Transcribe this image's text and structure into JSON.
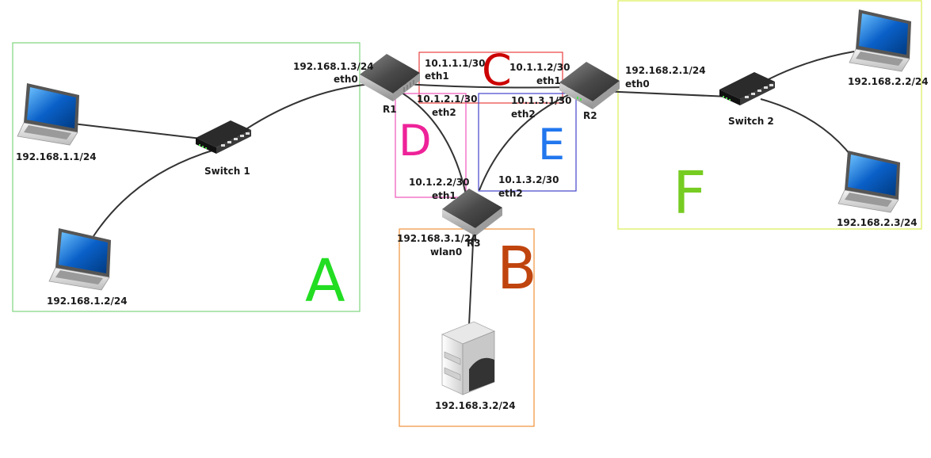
{
  "zones": {
    "A": {
      "letter": "A",
      "color": "#22dd22",
      "border": "#7fd67f"
    },
    "B": {
      "letter": "B",
      "color": "#c0440e",
      "border": "#f0913a"
    },
    "C": {
      "letter": "C",
      "color": "#cc0000",
      "border": "#e84040"
    },
    "D": {
      "letter": "D",
      "color": "#ee2299",
      "border": "#ee55bb"
    },
    "E": {
      "letter": "E",
      "color": "#2277ee",
      "border": "#4444cc"
    },
    "F": {
      "letter": "F",
      "color": "#77cc22",
      "border": "#ddee55"
    }
  },
  "devices": {
    "laptop1": {
      "ip": "192.168.1.1/24"
    },
    "laptop2": {
      "ip": "192.168.1.2/24"
    },
    "laptop3": {
      "ip": "192.168.2.2/24"
    },
    "laptop4": {
      "ip": "192.168.2.3/24"
    },
    "switch1": {
      "name": "Switch 1"
    },
    "switch2": {
      "name": "Switch 2"
    },
    "r1": {
      "name": "R1"
    },
    "r2": {
      "name": "R2"
    },
    "r3": {
      "name": "R3"
    },
    "server": {
      "ip": "192.168.3.2/24"
    }
  },
  "interfaces": {
    "r1_eth0_ip": "192.168.1.3/24",
    "r1_eth0_name": "eth0",
    "r1_eth1_ip": "10.1.1.1/30",
    "r1_eth1_name": "eth1",
    "r1_eth2_ip": "10.1.2.1/30",
    "r1_eth2_name": "eth2",
    "r2_eth1_ip": "10.1.1.2/30",
    "r2_eth1_name": "eth1",
    "r2_eth0_ip": "192.168.2.1/24",
    "r2_eth0_name": "eth0",
    "r2_eth2_ip": "10.1.3.1/30",
    "r2_eth2_name": "eth2",
    "r3_eth1_ip": "10.1.2.2/30",
    "r3_eth1_name": "eth1",
    "r3_eth2_ip": "10.1.3.2/30",
    "r3_eth2_name": "eth2",
    "r3_wlan0_ip": "192.168.3.1/24",
    "r3_wlan0_name": "wlan0"
  }
}
